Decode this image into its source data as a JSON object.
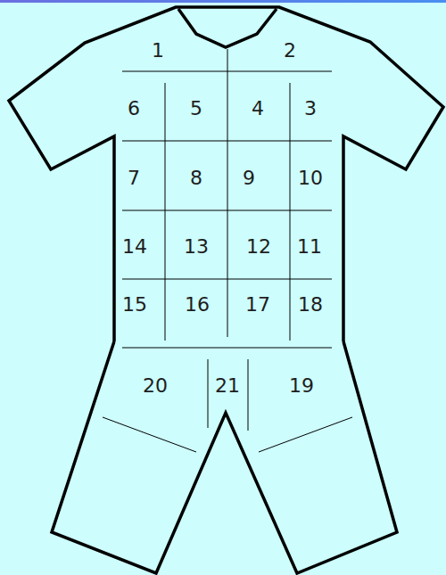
{
  "diagram": {
    "labels": [
      "1",
      "2",
      "6",
      "5",
      "4",
      "3",
      "7",
      "8",
      "9",
      "10",
      "14",
      "13",
      "12",
      "11",
      "15",
      "16",
      "17",
      "18",
      "20",
      "21",
      "19"
    ]
  }
}
